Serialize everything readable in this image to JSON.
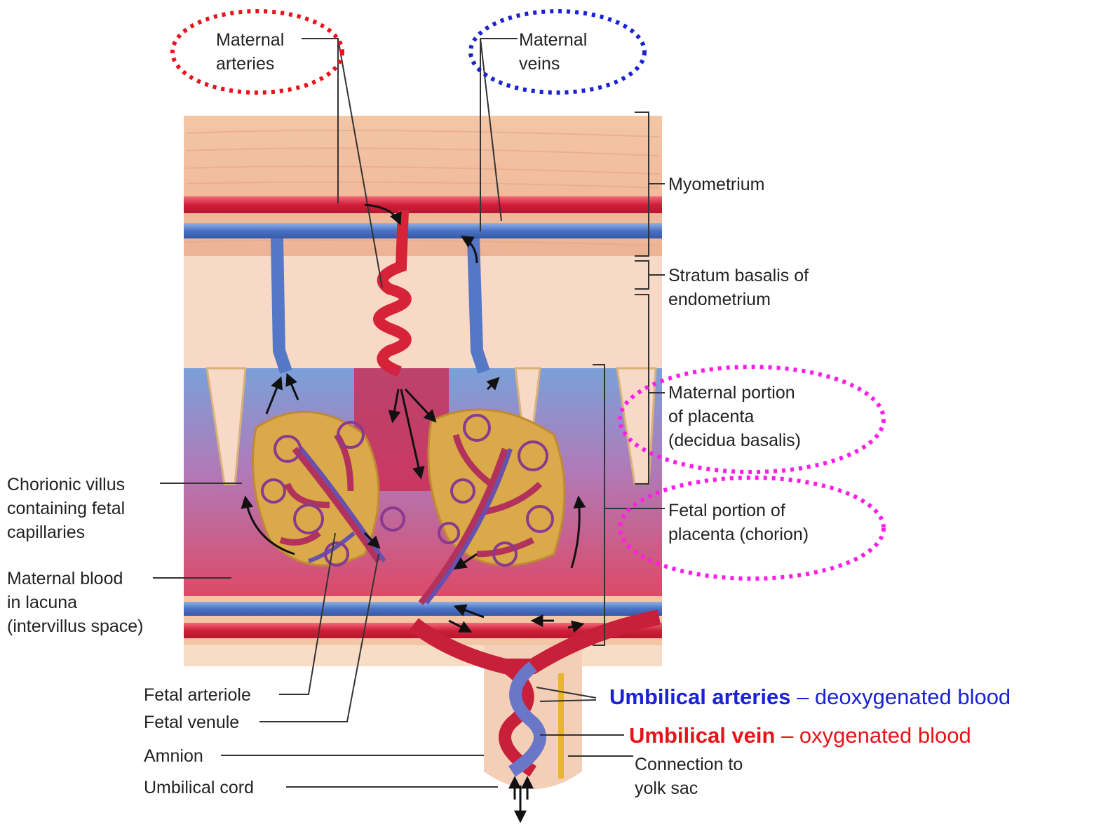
{
  "labels": {
    "maternal_arteries": [
      "Maternal",
      "arteries"
    ],
    "maternal_veins": [
      "Maternal",
      "veins"
    ],
    "myometrium": "Myometrium",
    "stratum_basalis": [
      "Stratum basalis of",
      "endometrium"
    ],
    "maternal_portion": [
      "Maternal portion",
      "of placenta",
      "(decidua basalis)"
    ],
    "fetal_portion": [
      "Fetal portion of",
      "placenta (chorion)"
    ],
    "chorionic_villus": [
      "Chorionic villus",
      "containing fetal",
      "capillaries"
    ],
    "maternal_blood": [
      "Maternal blood",
      "in lacuna",
      "(intervillus space)"
    ],
    "fetal_arteriole": "Fetal arteriole",
    "fetal_venule": "Fetal venule",
    "amnion": "Amnion",
    "umbilical_cord": "Umbilical cord",
    "yolk_sac": [
      "Connection to",
      "yolk sac"
    ]
  },
  "callouts": {
    "umbilical_arteries": {
      "bold": "Umbilical arteries",
      "rest": " – deoxygenated blood",
      "color": "#1a22d6"
    },
    "umbilical_vein": {
      "bold": "Umbilical vein",
      "rest": " – oxygenated blood",
      "color": "#e8121a"
    }
  },
  "highlight_colors": {
    "arteries_ring": "#e8121a",
    "veins_ring": "#1a22d6",
    "placenta_rings": "#ff1ee8"
  }
}
